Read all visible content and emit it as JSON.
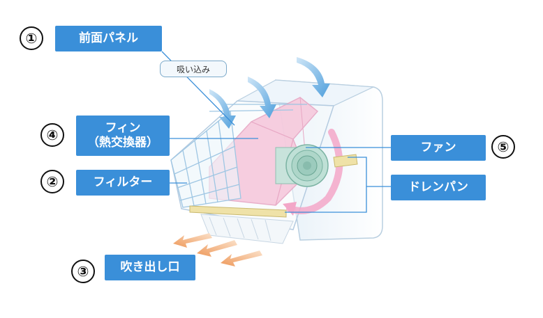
{
  "callouts": [
    {
      "number": "①",
      "label": "前面パネル"
    },
    {
      "number": "②",
      "label": "フィルター"
    },
    {
      "number": "③",
      "label": "吹き出し口"
    },
    {
      "number": "④",
      "label_line1": "フィン",
      "label_line2": "（熱交換器）"
    },
    {
      "number": "⑤",
      "label": "ファン"
    }
  ],
  "drain_pan_label": "ドレンパン",
  "intake_label": "吸い込み",
  "colors": {
    "label_bg": "#3a8fd9",
    "airflow_arrow": "#6aaee3",
    "outlet_arrow": "#f0a870",
    "fin": "#f6c9dc",
    "filter_grid": "#a8cde6"
  }
}
